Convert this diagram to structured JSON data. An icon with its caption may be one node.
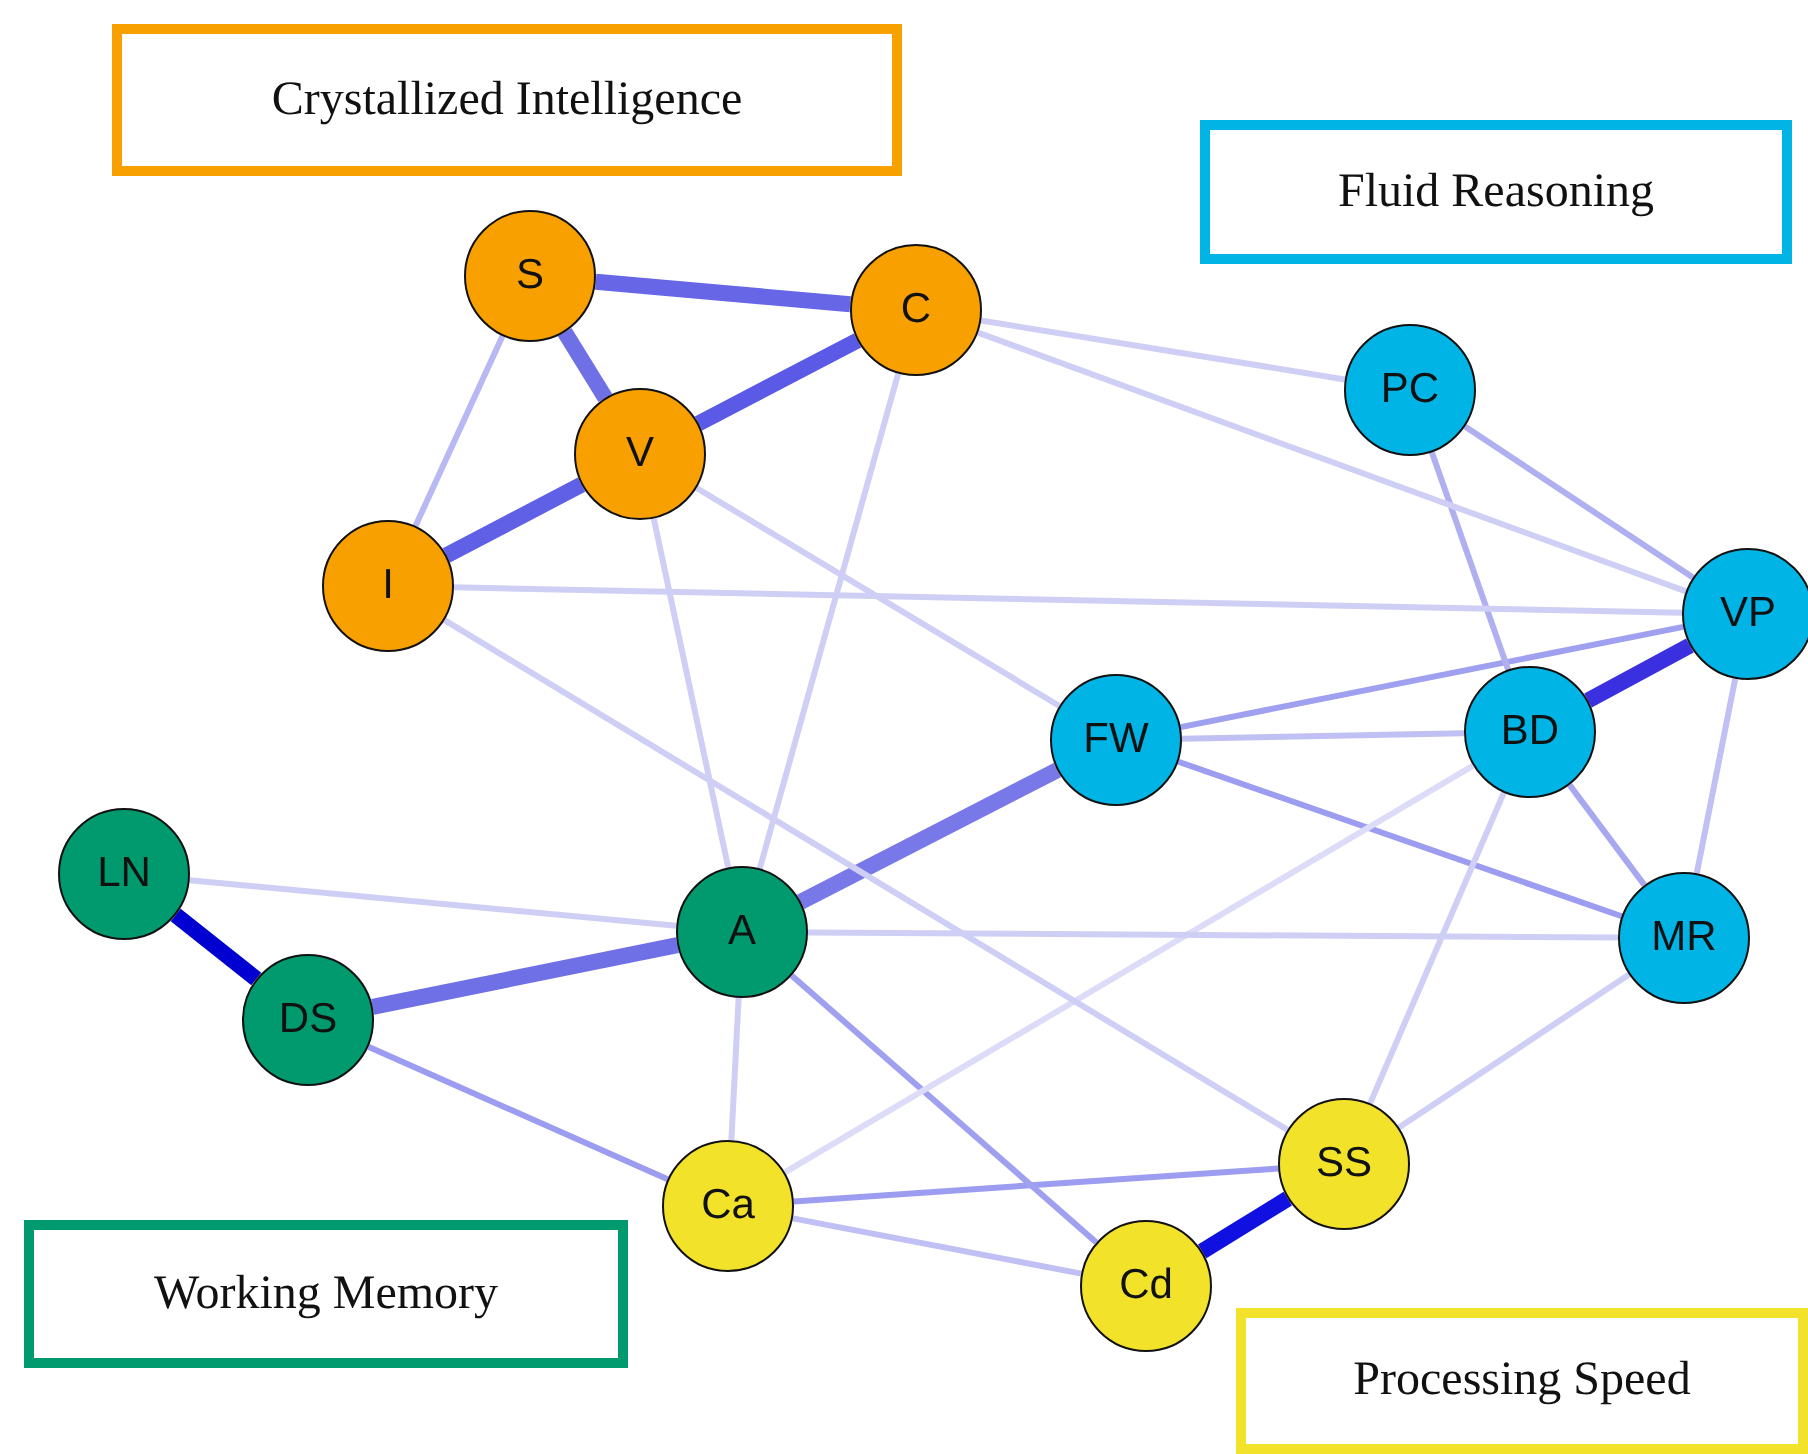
{
  "diagram": {
    "nodes": [
      {
        "text": [
          "S"
        ]
      },
      {
        "text": [
          "C"
        ]
      },
      {
        "text": [
          "V"
        ]
      },
      {
        "text": [
          "I"
        ]
      },
      {
        "text": [
          "PC"
        ]
      },
      {
        "text": [
          "VP"
        ]
      },
      {
        "text": [
          "FW"
        ]
      },
      {
        "text": [
          "BD"
        ]
      },
      {
        "text": [
          "LN"
        ]
      },
      {
        "text": [
          "DS"
        ]
      },
      {
        "text": [
          "A"
        ]
      },
      {
        "text": [
          "MR"
        ]
      },
      {
        "text": [
          "Ca"
        ]
      },
      {
        "text": [
          "SS"
        ]
      },
      {
        "text": [
          "Cd"
        ]
      }
    ],
    "edges": [
      {
        "from": 8,
        "to": 9,
        "arrow": "none",
        "style": "thick",
        "color": "#0000d0"
      },
      {
        "from": 13,
        "to": 14,
        "arrow": "none",
        "style": "thick",
        "color": "#1010e0"
      },
      {
        "from": 7,
        "to": 5,
        "arrow": "none",
        "style": "thick",
        "color": "#3a30e0"
      },
      {
        "from": 0,
        "to": 1,
        "arrow": "none",
        "style": "thick",
        "color": "#6666e6"
      },
      {
        "from": 1,
        "to": 2,
        "arrow": "none",
        "style": "thick",
        "color": "#5a5ae6"
      },
      {
        "from": 3,
        "to": 2,
        "arrow": "none",
        "style": "thick",
        "color": "#6060e6"
      },
      {
        "from": 0,
        "to": 2,
        "arrow": "none",
        "style": "thick",
        "color": "#7070e6"
      },
      {
        "from": 9,
        "to": 10,
        "arrow": "none",
        "style": "thick",
        "color": "#7070e6"
      },
      {
        "from": 10,
        "to": 6,
        "arrow": "none",
        "style": "thick",
        "color": "#7878e8"
      },
      {
        "from": 6,
        "to": 5,
        "arrow": "none",
        "color": "#a0a0f0"
      },
      {
        "from": 6,
        "to": 7,
        "arrow": "none",
        "color": "#c0c0f4"
      },
      {
        "from": 4,
        "to": 5,
        "arrow": "none",
        "color": "#b0b0f0"
      },
      {
        "from": 4,
        "to": 7,
        "arrow": "none",
        "color": "#b0b0f0"
      },
      {
        "from": 7,
        "to": 11,
        "arrow": "none",
        "color": "#a8a8f0"
      },
      {
        "from": 5,
        "to": 11,
        "arrow": "none",
        "color": "#c0c0f4"
      },
      {
        "from": 6,
        "to": 11,
        "arrow": "none",
        "color": "#9c9cf0"
      },
      {
        "from": 0,
        "to": 3,
        "arrow": "none",
        "color": "#b8b8f4"
      },
      {
        "from": 1,
        "to": 4,
        "arrow": "none"
      },
      {
        "from": 9,
        "to": 12,
        "arrow": "none",
        "color": "#9c9cf0"
      },
      {
        "from": 12,
        "to": 13,
        "arrow": "none",
        "color": "#9c9cf0"
      },
      {
        "from": 12,
        "to": 14,
        "arrow": "none",
        "color": "#c0c0f4"
      },
      {
        "from": 10,
        "to": 14,
        "arrow": "none",
        "color": "#a0a0f0"
      },
      {
        "from": 12,
        "to": 7,
        "arrow": "none",
        "color": "#dcdcf8"
      },
      {
        "from": 2,
        "to": 10,
        "arrow": "none"
      },
      {
        "from": 8,
        "to": 10,
        "arrow": "none"
      },
      {
        "from": 3,
        "to": 5,
        "arrow": "none"
      },
      {
        "from": 10,
        "to": 11,
        "arrow": "none"
      },
      {
        "from": 2,
        "to": 6,
        "arrow": "none"
      },
      {
        "from": 3,
        "to": 13,
        "arrow": "none"
      },
      {
        "from": 1,
        "to": 10,
        "arrow": "none"
      },
      {
        "from": 7,
        "to": 13,
        "arrow": "none"
      },
      {
        "from": 11,
        "to": 13,
        "arrow": "none"
      },
      {
        "from": 12,
        "to": 10,
        "arrow": "none"
      },
      {
        "from": 1,
        "to": 5,
        "arrow": "none"
      }
    ],
    "legend": [
      {
        "text": "Crystallized Intelligence",
        "color": "#f7a000"
      },
      {
        "text": "Fluid Reasoning",
        "color": "#00b4e6"
      },
      {
        "text": "Working Memory",
        "color": "#009a6e"
      },
      {
        "text": "Processing Speed",
        "color": "#f2e22a"
      }
    ]
  }
}
